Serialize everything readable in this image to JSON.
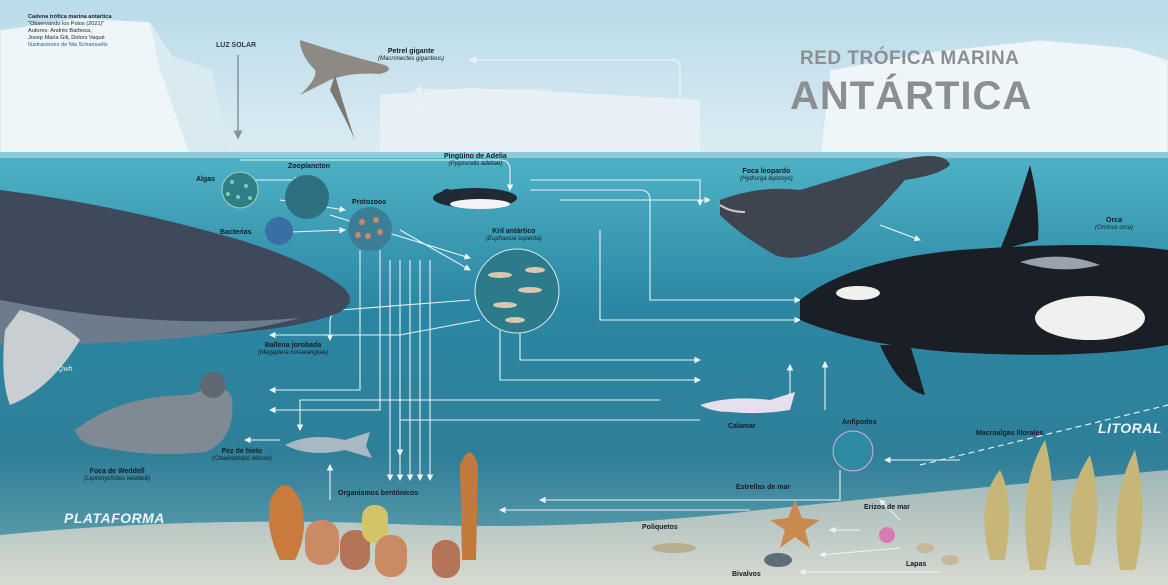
{
  "credits": {
    "title": "Cadena trófica marina antártica",
    "project": "\"Observando los Polos (2021)\"",
    "authors_line1": "Autores: Andrés Barbosa,",
    "authors_line2": "Josep Maria Gili, Dolors Vaqué",
    "illustrations": "Ilustraciones de Nia Schamuells"
  },
  "title": {
    "line1": "RED TRÓFICA MARINA",
    "line2": "ANTÁRTICA"
  },
  "sunlight": "LUZ SOLAR",
  "zones": {
    "shelf": "PLATAFORMA",
    "coast": "LITORAL"
  },
  "species": {
    "petrel": {
      "name": "Petrel gigante",
      "sci": "(Macronectes giganteus)"
    },
    "penguin": {
      "name": "Pingüino de Adelia",
      "sci": "(Pygoscelis adeliae)"
    },
    "leopard_seal": {
      "name": "Foca leopardo",
      "sci": "(Hydrurga leptonyx)"
    },
    "orca": {
      "name": "Orca",
      "sci": "(Orcinus orca)"
    },
    "algae": {
      "name": "Algas"
    },
    "bacteria": {
      "name": "Bacterias"
    },
    "zooplankton": {
      "name": "Zooplancton"
    },
    "protozoa": {
      "name": "Protozoos"
    },
    "krill": {
      "name": "Kril antártico",
      "sci": "(Euphausia superba)"
    },
    "humpback": {
      "name": "Ballena jorobada",
      "sci": "(Megaptera novaeangliae)"
    },
    "weddell": {
      "name": "Foca de Weddell",
      "sci": "(Leptonychotes weddelli)"
    },
    "icefish": {
      "name": "Pez de hielo",
      "sci": "(Chaenodraco wilsoni)"
    },
    "benthic": {
      "name": "Organismos bentónicos"
    },
    "squid": {
      "name": "Calamar"
    },
    "amphipods": {
      "name": "Anfípodos"
    },
    "macroalgae": {
      "name": "Macroalgas litorales"
    },
    "starfish": {
      "name": "Estrellas de mar"
    },
    "urchins": {
      "name": "Erizos de mar"
    },
    "polychaetes": {
      "name": "Poliquetos"
    },
    "limpets": {
      "name": "Lapas"
    },
    "bivalves": {
      "name": "Bivalvos"
    }
  },
  "signature": "Qwh",
  "colors": {
    "sky": "#cfe6f0",
    "sea_surface": "#3a9fb5",
    "sea_deep": "#1d5f7a",
    "title_gray": "#8b8f94",
    "arrow": "#e8f3f7",
    "seabed": "#cfd3c8"
  }
}
